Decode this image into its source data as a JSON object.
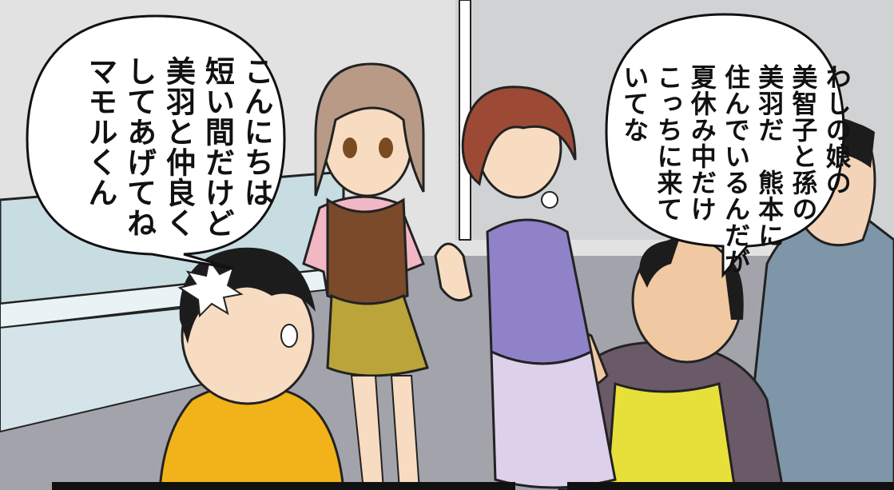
{
  "scene": {
    "colors": {
      "wall": "#d8d8d8",
      "floor": "#9a9aa2",
      "counter_glass": "#bfd6dc",
      "girl_vest": "#7a4a2a",
      "girl_shirt": "#f2b7c4",
      "girl_shorts": "#bba43a",
      "girl_hair": "#b89a87",
      "mother_top": "#8f82c9",
      "mother_skirt": "#ddd0ea",
      "mother_hair": "#9c4a36",
      "boy_shirt": "#f2b21a",
      "shopkeeper_shirt": "#6a5a68",
      "shopkeeper_apron": "#e8e03a",
      "man_jacket": "#7f95a8",
      "skin": "#f7dcc2"
    }
  },
  "bubbles": {
    "left": {
      "lines": [
        "こんにちは",
        "短い間だけど",
        "美羽と仲良く",
        "してあげてね",
        "マモルくん"
      ]
    },
    "right": {
      "lines": [
        "わしの娘の",
        "美智子と孫の",
        "美羽だ　熊本に",
        "住んでいるんだが",
        "夏休み中だけ",
        "こっちに来て",
        "いてな"
      ]
    }
  }
}
